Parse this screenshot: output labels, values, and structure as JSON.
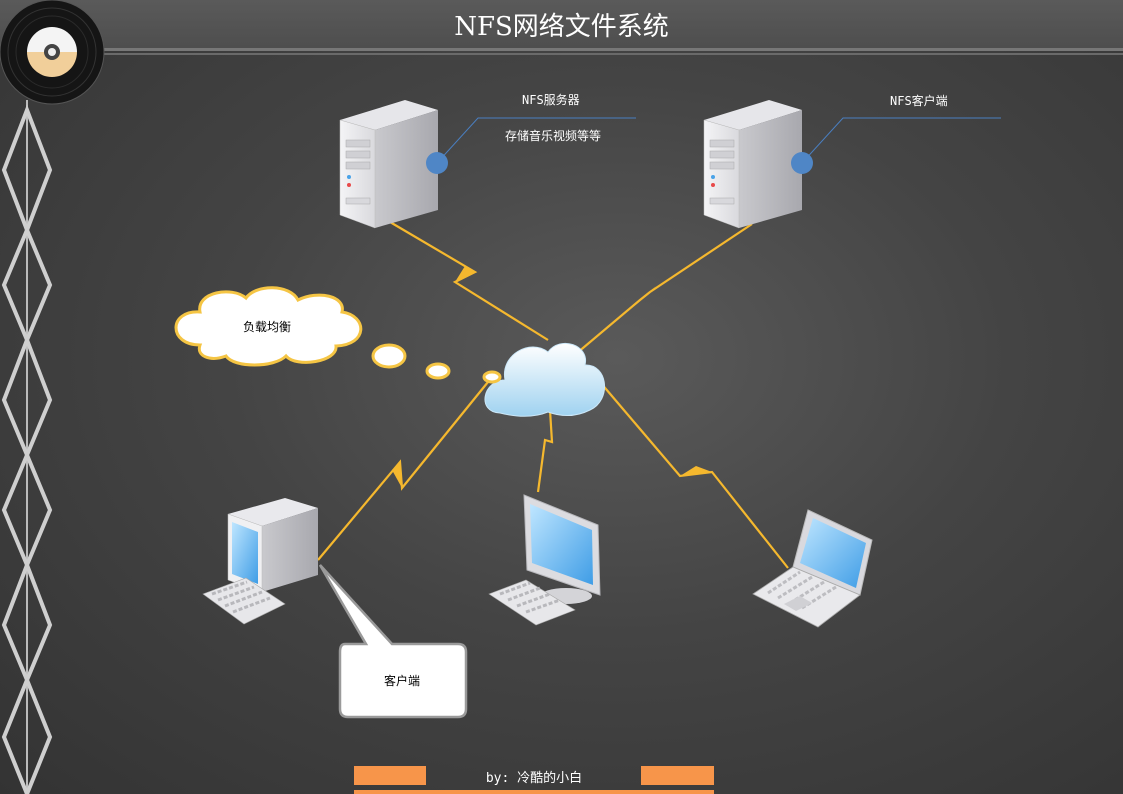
{
  "title": "NFS网络文件系统",
  "server": {
    "title": "NFS服务器",
    "subtitle": "存储音乐视频等等"
  },
  "client_server": {
    "title": "NFS客户端"
  },
  "cloud_bubble": {
    "text": "负载均衡"
  },
  "callout": {
    "text": "客户端"
  },
  "footer": {
    "text": "by: 冷酷的小白",
    "accent_color": "#f7954a"
  },
  "colors": {
    "background": "#444444",
    "link": "#f5b82e",
    "leader_line": "#4a7fc1",
    "node_dot": "#4f86c6"
  },
  "icons": [
    "vinyl-record-icon",
    "server-tower-icon",
    "cloud-icon",
    "desktop-computer-icon",
    "lcd-monitor-icon",
    "laptop-icon",
    "thought-bubble-icon",
    "diamond-chain-decoration"
  ]
}
